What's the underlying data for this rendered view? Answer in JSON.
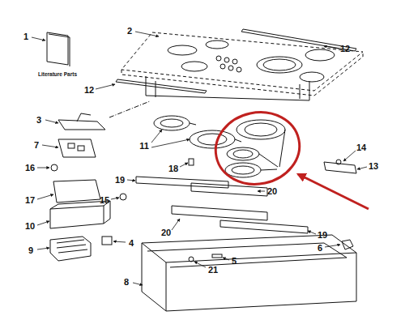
{
  "diagram": {
    "labels": [
      "1",
      "Literature Parts",
      "2",
      "12",
      "12",
      "3",
      "11",
      "7",
      "16",
      "18",
      "19",
      "15",
      "20",
      "17",
      "10",
      "20",
      "19",
      "4",
      "9",
      "5",
      "21",
      "6",
      "8",
      "14",
      "13"
    ]
  }
}
